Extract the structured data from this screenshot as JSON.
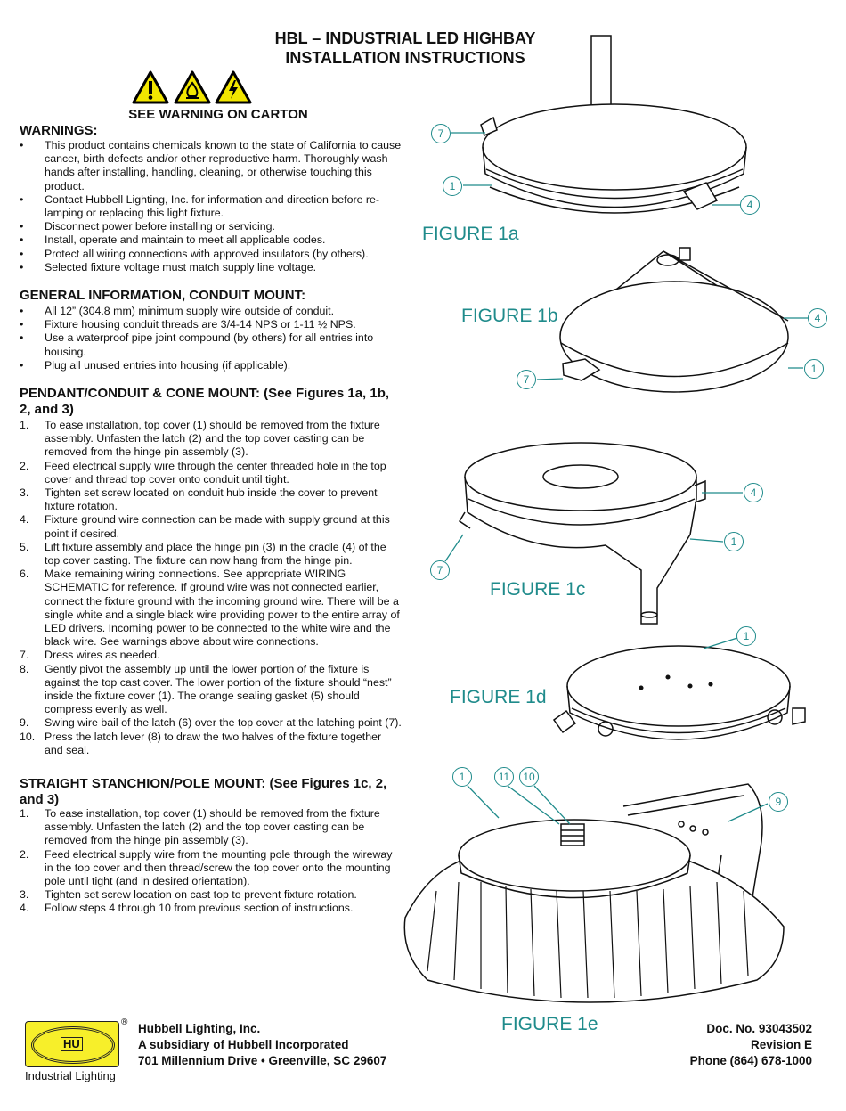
{
  "title": [
    "HBL – INDUSTRIAL LED HIGHBAY",
    "INSTALLATION INSTRUCTIONS"
  ],
  "warning_icons": [
    "exclamation-warning-icon",
    "fire-warning-icon",
    "electrical-warning-icon"
  ],
  "see_warning": "SEE WARNING ON CARTON",
  "warnings": {
    "heading": "WARNINGS:",
    "items": [
      "This product contains chemicals known to the state of California to cause cancer, birth defects and/or other reproductive harm. Thoroughly wash hands after installing, handling, cleaning, or otherwise touching this product.",
      "Contact Hubbell Lighting, Inc. for information and direction before re-lamping or replacing this light fixture.",
      "Disconnect power before installing or servicing.",
      "Install, operate and maintain to meet all applicable codes.",
      "Protect all wiring connections with approved insulators (by others).",
      "Selected fixture voltage must match supply line voltage."
    ]
  },
  "general": {
    "heading": "GENERAL INFORMATION, CONDUIT MOUNT:",
    "items": [
      "All 12” (304.8 mm) minimum supply wire outside of conduit.",
      "Fixture housing conduit threads are 3/4-14 NPS or 1-11 ½ NPS.",
      "Use a waterproof pipe joint compound (by others) for all entries into housing.",
      "Plug all unused entries into housing (if applicable)."
    ]
  },
  "pendant": {
    "heading": "PENDANT/CONDUIT & CONE MOUNT: (See Figures 1a, 1b, 2, and 3)",
    "items": [
      "To ease installation, top cover (1) should be removed from the fixture assembly.  Unfasten the latch (2) and the top cover casting can be removed from the hinge pin assembly (3).",
      "Feed electrical supply wire through the center threaded hole in the top cover and thread top cover onto conduit until tight.",
      "Tighten set screw located on conduit hub inside the cover to prevent fixture rotation.",
      "Fixture ground wire connection can be made with supply ground at this point if desired.",
      "Lift fixture assembly and place the hinge pin (3) in the cradle (4) of the top cover casting.  The fixture can now hang from the hinge pin.",
      "Make remaining wiring connections.  See appropriate WIRING SCHEMATIC for reference.  If ground wire was not connected earlier, connect the fixture ground with the incoming ground wire.  There will be a single white and a single black wire providing power to the entire array of LED drivers.  Incoming power to be connected to the white wire and the black wire.  See warnings above about wire connections.",
      "Dress wires as needed.",
      "Gently pivot the assembly up until the lower portion of the fixture is against the top cast cover.  The lower portion of the fixture should “nest” inside the fixture cover (1).  The orange sealing gasket (5) should compress evenly as well.",
      "Swing wire bail of the latch (6) over the top cover at the latching point (7).",
      "Press the latch lever (8) to draw the two halves of the fixture together and seal."
    ]
  },
  "stanchion": {
    "heading": "STRAIGHT STANCHION/POLE MOUNT: (See Figures 1c, 2, and 3)",
    "items": [
      "To ease installation, top cover (1) should be removed from the fixture assembly.  Unfasten the latch (2) and the top cover casting can be removed from the hinge pin assembly (3).",
      "Feed electrical supply wire from the mounting pole through the wireway in the top cover and then thread/screw the top cover onto the mounting pole until tight (and in desired orientation).",
      "Tighten set screw location on cast top to prevent fixture rotation.",
      "Follow steps 4 through 10 from previous section of instructions."
    ]
  },
  "figures": {
    "f1a": {
      "label": "FIGURE 1a",
      "callouts": [
        "7",
        "1",
        "4"
      ]
    },
    "f1b": {
      "label": "FIGURE 1b",
      "callouts": [
        "4",
        "1",
        "7"
      ]
    },
    "f1c": {
      "label": "FIGURE 1c",
      "callouts": [
        "4",
        "1",
        "7"
      ]
    },
    "f1d": {
      "label": "FIGURE 1d",
      "callouts": [
        "1"
      ]
    },
    "f1e": {
      "label": "FIGURE 1e",
      "callouts": [
        "1",
        "11",
        "10",
        "9"
      ]
    }
  },
  "footer": {
    "logo_text": "HU",
    "registered": "®",
    "logo_caption": "Industrial Lighting",
    "company": [
      "Hubbell Lighting, Inc.",
      "A subsidiary of Hubbell Incorporated",
      "701 Millennium Drive • Greenville, SC  29607"
    ],
    "doc": [
      "Doc. No. 93043502",
      "Revision E",
      "Phone (864) 678-1000"
    ]
  },
  "colors": {
    "accent": "#1f8b8b",
    "warning_yellow": "#f2e600",
    "logo_yellow": "#f7ef2a"
  }
}
